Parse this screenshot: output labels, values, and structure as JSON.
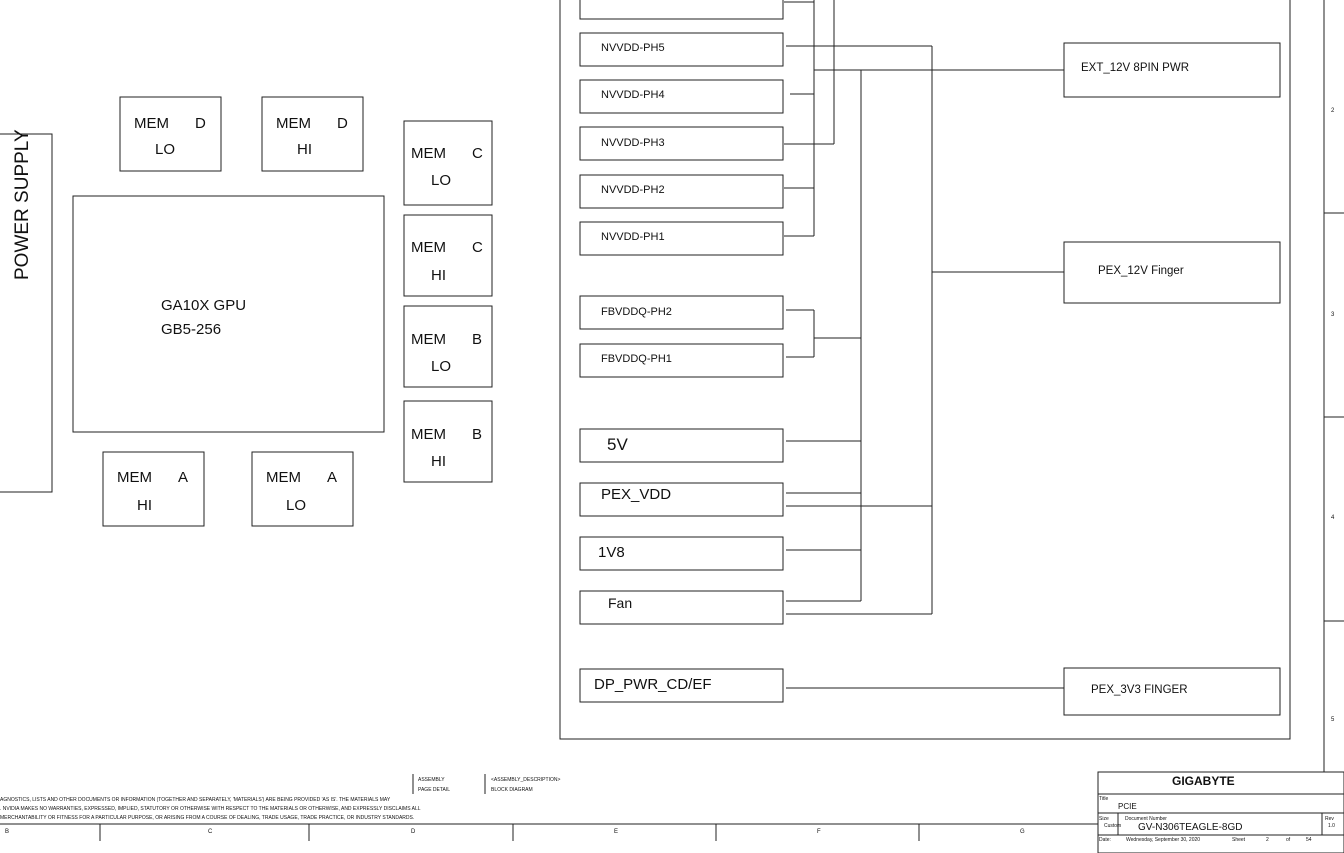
{
  "power_supply": {
    "label": "POWER SUPPLY"
  },
  "gpu": {
    "line1": "GA10X GPU",
    "line2": "GB5-256"
  },
  "memory": [
    {
      "id": "d-lo",
      "name": "MEM",
      "channel": "D",
      "pos": "LO"
    },
    {
      "id": "d-hi",
      "name": "MEM",
      "channel": "D",
      "pos": "HI"
    },
    {
      "id": "c-lo",
      "name": "MEM",
      "channel": "C",
      "pos": "LO"
    },
    {
      "id": "c-hi",
      "name": "MEM",
      "channel": "C",
      "pos": "HI"
    },
    {
      "id": "b-lo",
      "name": "MEM",
      "channel": "B",
      "pos": "LO"
    },
    {
      "id": "b-hi",
      "name": "MEM",
      "channel": "B",
      "pos": "HI"
    },
    {
      "id": "a-hi",
      "name": "MEM",
      "channel": "A",
      "pos": "HI"
    },
    {
      "id": "a-lo",
      "name": "MEM",
      "channel": "A",
      "pos": "LO"
    }
  ],
  "rails": {
    "nvvdd_ph5": "NVVDD-PH5",
    "nvvdd_ph4": "NVVDD-PH4",
    "nvvdd_ph3": "NVVDD-PH3",
    "nvvdd_ph2": "NVVDD-PH2",
    "nvvdd_ph1": "NVVDD-PH1",
    "fbvddq_ph2": "FBVDDQ-PH2",
    "fbvddq_ph1": "FBVDDQ-PH1",
    "v5": "5V",
    "pex_vdd": "PEX_VDD",
    "v1v8": "1V8",
    "fan": "Fan",
    "dp_pwr": "DP_PWR_CD/EF"
  },
  "sources": {
    "ext_12v": "EXT_12V 8PIN PWR",
    "pex_12v": "PEX_12V Finger",
    "pex_3v3": "PEX_3V3 FINGER"
  },
  "footer": {
    "disclaimer": [
      "AGNOSTICS, LISTS AND OTHER DOCUMENTS OR INFORMATION (TOGETHER AND SEPARATELY, 'MATERIALS') ARE BEING PROVIDED 'AS IS'. THE MATERIALS MAY",
      ". NVIDIA MAKES NO WARRANTIES, EXPRESSED, IMPLIED, STATUTORY OR OTHERWISE WITH RESPECT TO THE MATERIALS OR OTHERWISE, AND EXPRESSLY DISCLAIMS ALL",
      "MERCHANTABILITY OR FITNESS FOR A PARTICULAR PURPOSE, OR ARISING FROM A COURSE OF DEALING, TRADE USAGE, TRADE PRACTICE, OR INDUSTRY STANDARDS."
    ],
    "assembly_label": "ASSEMBLY",
    "page_detail_label": "PAGE DETAIL",
    "assembly_desc": "<ASSEMBLY_DESCRIPTION>",
    "block_diagram": "BLOCK DIAGRAM",
    "col_letters": [
      "B",
      "C",
      "D",
      "E",
      "F",
      "G"
    ],
    "row_numbers": [
      "2",
      "3",
      "4",
      "5"
    ]
  },
  "title_block": {
    "company": "GIGABYTE",
    "title_label": "Title",
    "title": "PCIE",
    "size_label": "Size",
    "size": "Custom",
    "docnum_label": "Document Number",
    "docnum": "GV-N306TEAGLE-8GD",
    "rev_label": "Rev",
    "rev": "1.0",
    "date_label": "Date:",
    "date": "Wednesday, September 30, 2020",
    "sheet_label": "Sheet",
    "sheet": "2",
    "of_label": "of",
    "of": "54"
  }
}
